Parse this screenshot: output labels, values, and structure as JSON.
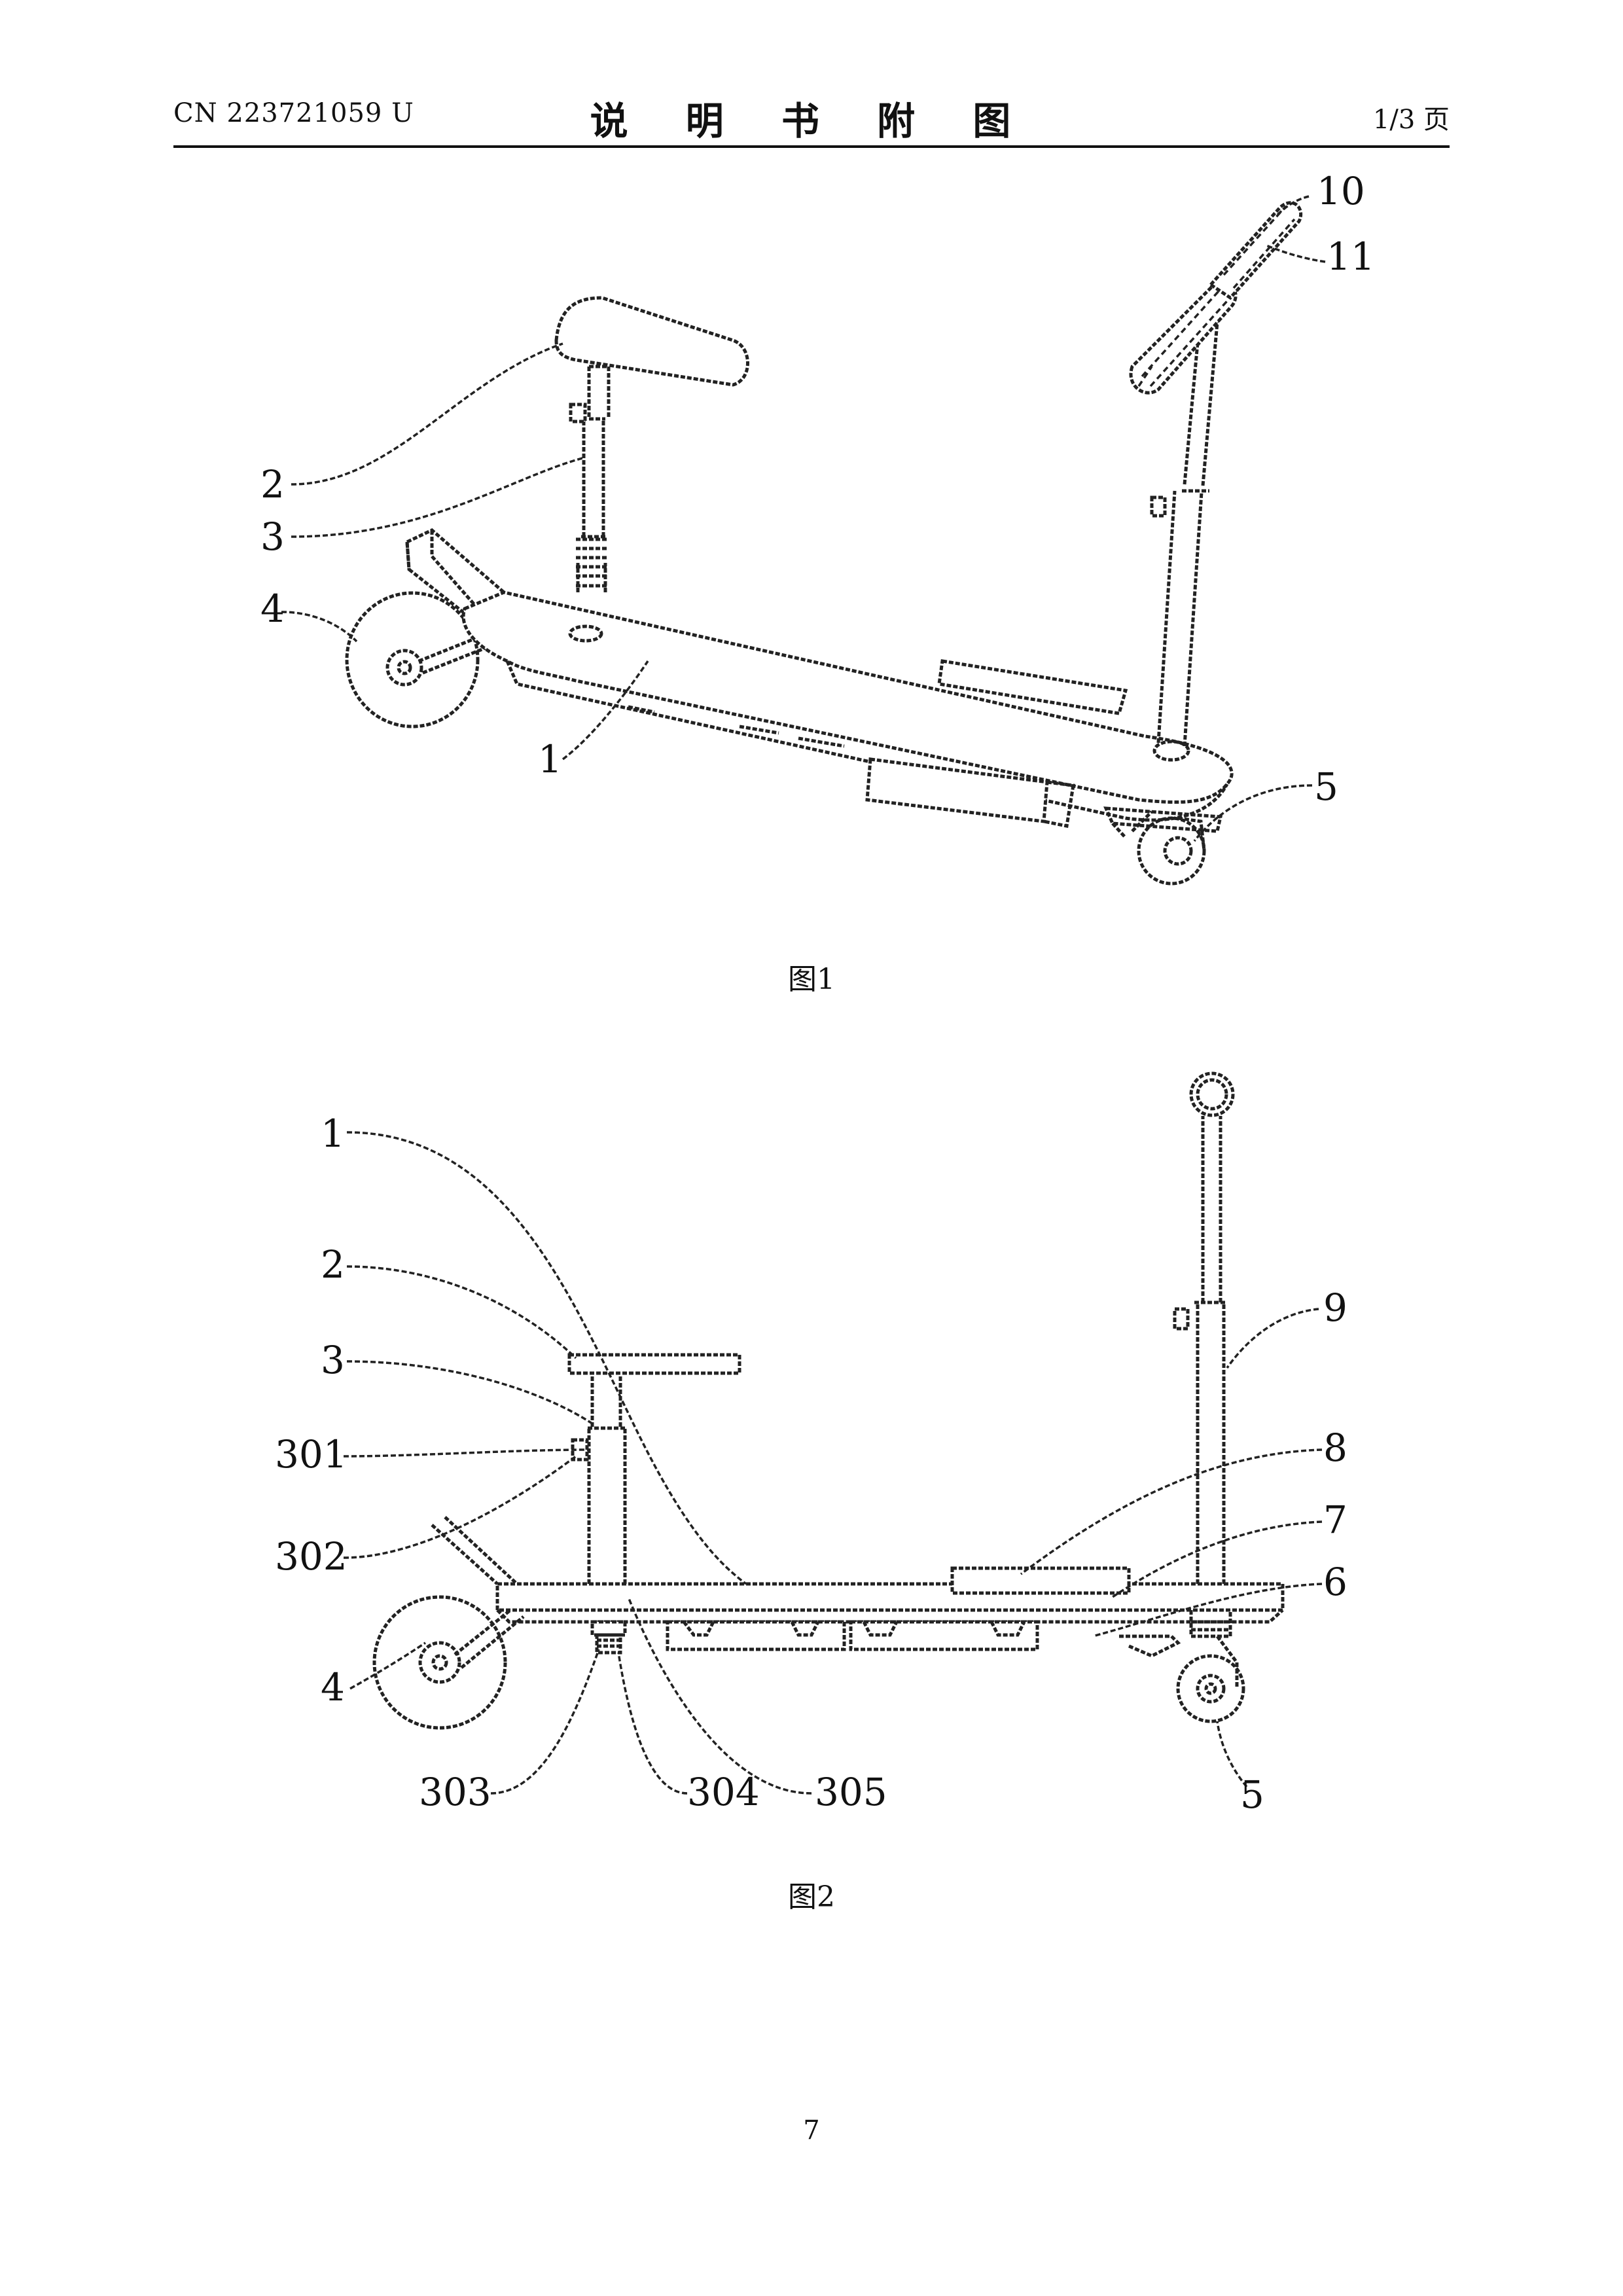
{
  "header": {
    "publication_number": "CN 223721059 U",
    "title": "说 明 书 附 图",
    "page_count": "1/3 页"
  },
  "figure1": {
    "caption": "图1",
    "labels": [
      "10",
      "11",
      "2",
      "3",
      "4",
      "1",
      "5"
    ]
  },
  "figure2": {
    "caption": "图2",
    "labels": [
      "1",
      "2",
      "3",
      "301",
      "302",
      "4",
      "303",
      "304",
      "305",
      "9",
      "8",
      "7",
      "6",
      "5"
    ]
  },
  "footer": {
    "page_number": "7"
  }
}
